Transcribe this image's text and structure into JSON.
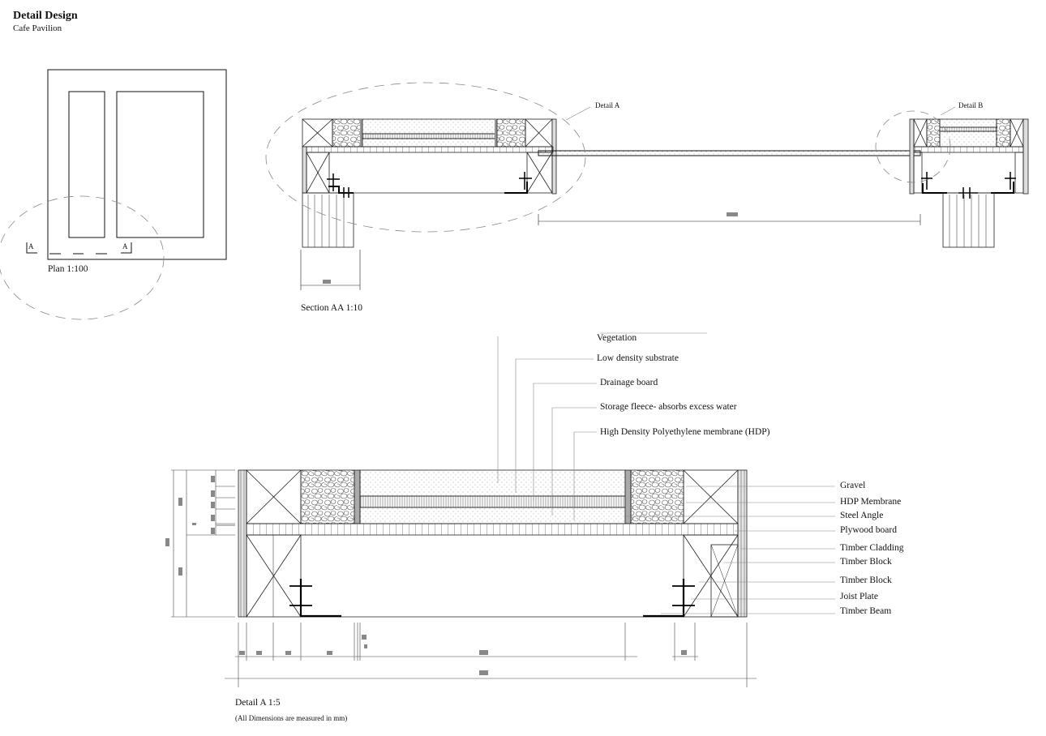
{
  "header": {
    "title": "Detail Design",
    "subtitle": "Cafe Pavilion"
  },
  "plan": {
    "caption": "Plan 1:100",
    "section_marker": "A"
  },
  "section": {
    "caption": "Section AA 1:10",
    "callout_a": "Detail A",
    "callout_b": "Detail B"
  },
  "detail": {
    "caption": "Detail A 1:5",
    "note": "(All Dimensions are measured in mm)",
    "top_labels": [
      "Vegetation",
      "Low density substrate",
      "Drainage board",
      "Storage fleece- absorbs excess water",
      "High Density Polyethylene membrane (HDP)"
    ],
    "side_labels": [
      "Gravel",
      "HDP Membrane",
      "Steel Angle",
      "Plywood board",
      "Timber Cladding",
      "Timber Block",
      "Timber Block",
      "Joist Plate",
      "Timber Beam"
    ]
  }
}
